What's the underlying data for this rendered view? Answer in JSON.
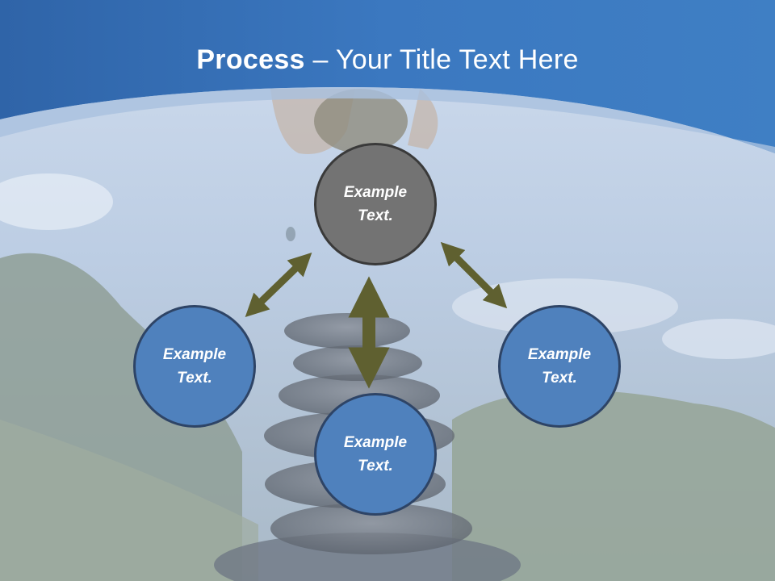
{
  "title": {
    "bold": "Process",
    "rest": " – Your Title Text Here"
  },
  "nodes": {
    "top": "Example\nText.",
    "left": "Example\nText.",
    "right": "Example\nText.",
    "bottom": "Example\nText."
  },
  "colors": {
    "header_blue": "#3d78bc",
    "circle_blue": "#4f81bd",
    "circle_gray": "#737373",
    "arrow_olive": "#5f6030"
  }
}
